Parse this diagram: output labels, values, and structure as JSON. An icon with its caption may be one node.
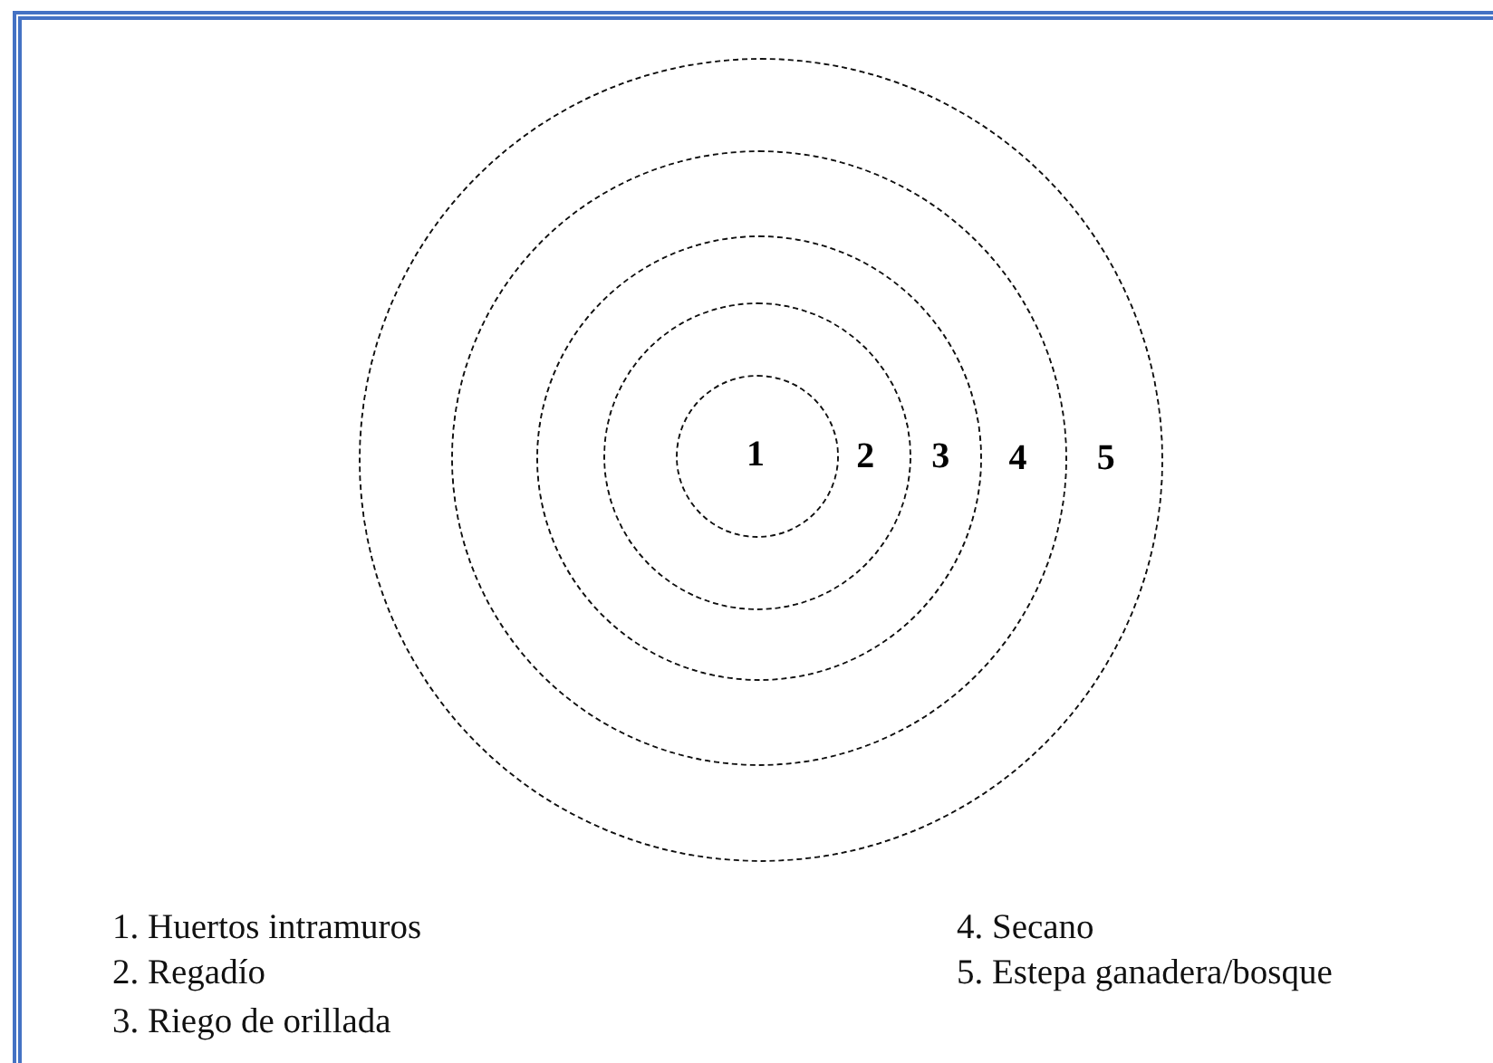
{
  "diagram": {
    "nodes": [
      {
        "text": [
          "5"
        ]
      },
      {
        "text": [
          "4"
        ],
        "in": 0
      },
      {
        "text": [
          "3"
        ],
        "in": 1
      },
      {
        "text": [
          "2"
        ],
        "in": 2
      },
      {
        "text": [
          "1"
        ],
        "in": 3
      }
    ],
    "labels": [
      "1. Huertos intramuros",
      "2. Regadío",
      "3. Riego de orillada",
      "4. Secano",
      "5. Estepa ganadera/bosque"
    ]
  }
}
